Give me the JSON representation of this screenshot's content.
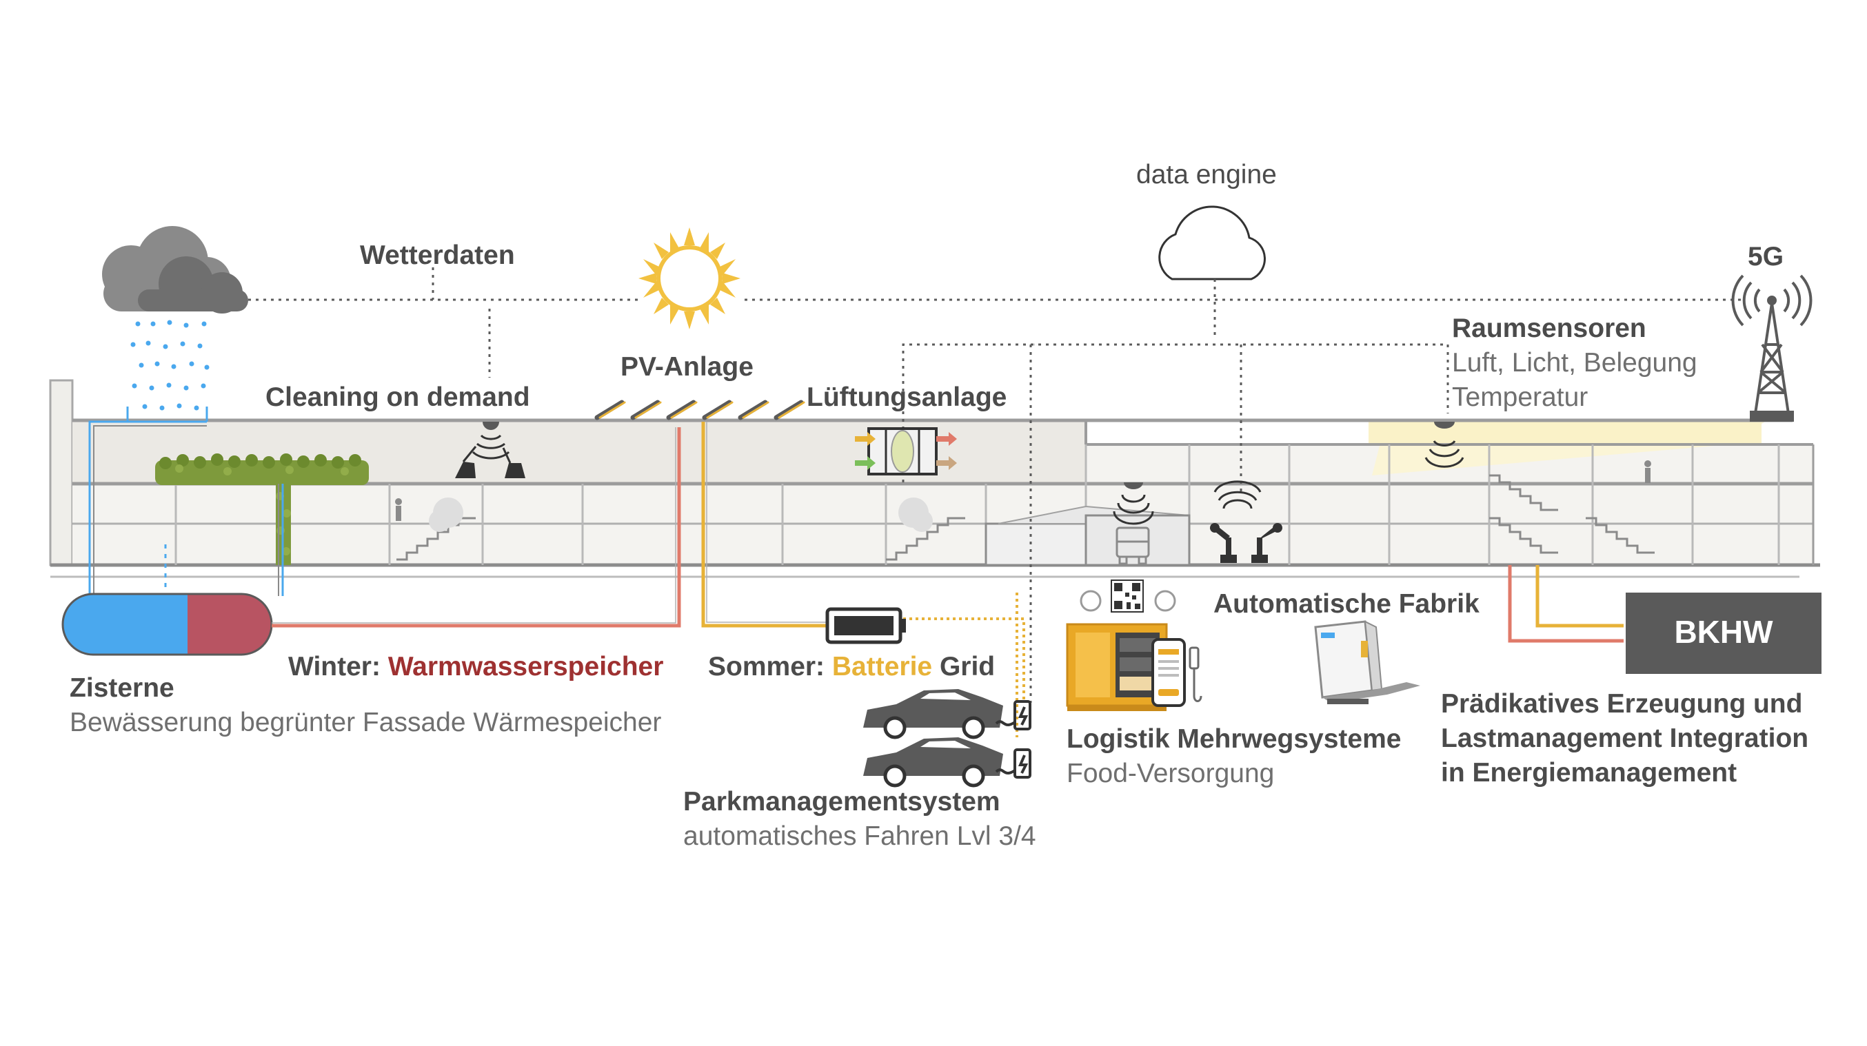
{
  "labels": {
    "wetterdaten": "Wetterdaten",
    "data_engine": "data engine",
    "five_g": "5G",
    "raumsensoren_title": "Raumsensoren",
    "raumsensoren_line1": "Luft, Licht, Belegung",
    "raumsensoren_line2": "Temperatur",
    "cleaning": "Cleaning on demand",
    "pv_anlage": "PV-Anlage",
    "lueftung": "Lüftungsanlage",
    "winter_prefix": "Winter: ",
    "winter_highlight": "Warmwasserspeicher",
    "sommer_prefix": "Sommer: ",
    "sommer_highlight": "Batterie",
    "sommer_suffix": " Grid",
    "zisterne_title": "Zisterne",
    "zisterne_sub": "Bewässerung begrünter Fassade Wärmespeicher",
    "automatische_fabrik": "Automatische Fabrik",
    "logistik_title": "Logistik Mehrwegsysteme",
    "logistik_sub": "Food-Versorgung",
    "park_title": "Parkmanagementsystem",
    "park_sub": "automatisches Fahren Lvl 3/4",
    "bkhw": "BKHW",
    "praed_line1": "Prädikatives Erzeugung und",
    "praed_line2": "Lastmanagement Integration",
    "praed_line3": "in Energiemanagement"
  },
  "colors": {
    "text_dark": "#4b4b4b",
    "text_light": "#6f6f6f",
    "warm_red": "#9e3131",
    "battery_yellow": "#e7b238",
    "sun_yellow": "#f2c140",
    "water_blue": "#4aa8ee",
    "cloud_gray": "#8a8a8a",
    "bkhw_gray": "#5a5a5a",
    "building_gray": "#9c9c9c",
    "green_facade": "#7e9a3c"
  },
  "icons": [
    "rain-cloud-icon",
    "sun-icon",
    "data-cloud-icon",
    "antenna-5g-icon",
    "battery-icon",
    "car-icon",
    "charger-icon",
    "sensor-icon",
    "robot-arm-icon",
    "qr-code-icon",
    "smartphone-icon",
    "agv-robot-icon",
    "ventilation-unit-icon",
    "cleaning-robot-icon"
  ]
}
